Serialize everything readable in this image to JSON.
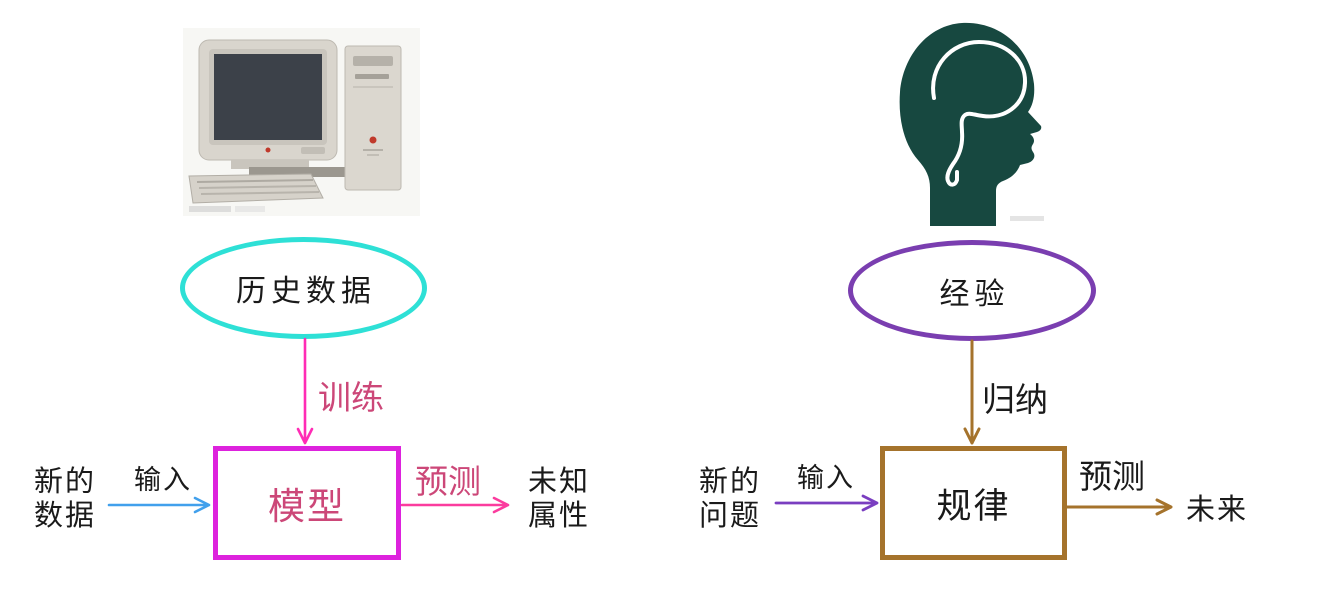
{
  "colors": {
    "cyan": "#2ee0d6",
    "magenta": "#dd22dd",
    "pink_arrow": "#ff2cb5",
    "pink_out": "#fb3c9e",
    "rose": "#cc4778",
    "blue": "#41a0ec",
    "purple": "#7a3eb0",
    "purple_arrow": "#7a3ec0",
    "brown": "#a5732c",
    "teal": "#174840",
    "text": "#1a1a1a"
  },
  "left": {
    "icon": "retro-computer-icon",
    "source": "历史数据",
    "process": "训练",
    "box": "模型",
    "input_line1": "新的",
    "input_line2": "数据",
    "input_label": "输入",
    "output_label": "预测",
    "result_line1": "未知",
    "result_line2": "属性"
  },
  "right": {
    "icon": "head-brain-icon",
    "source": "经验",
    "process": "归纳",
    "box": "规律",
    "input_line1": "新的",
    "input_line2": "问题",
    "input_label": "输入",
    "output_label": "预测",
    "result": "未来"
  }
}
